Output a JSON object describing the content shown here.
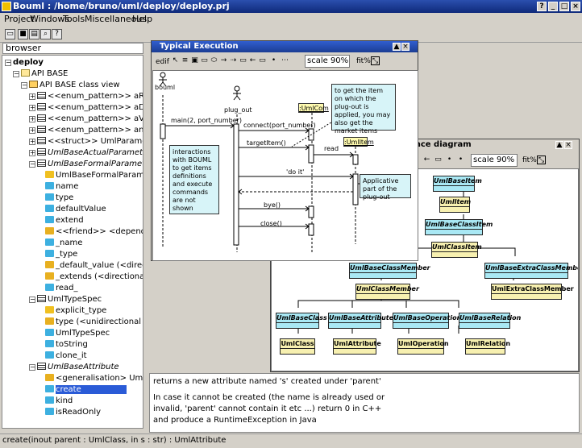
{
  "window": {
    "title": "Bouml : /home/bruno/uml/deploy/deploy.prj"
  },
  "menu": [
    "Project",
    "Windows",
    "Tools",
    "Miscellaneous",
    "Help"
  ],
  "browser": {
    "search_label": "browser",
    "tree": [
      {
        "label": "deploy",
        "bold": true
      },
      {
        "label": "API BASE"
      },
      {
        "label": "API BASE class view"
      },
      {
        "label": "<<enum_pattern>> aRelationK"
      },
      {
        "label": "<<enum_pattern>> aDirection"
      },
      {
        "label": "<<enum_pattern>> aVisibility"
      },
      {
        "label": "<<enum_pattern>> anItemKin"
      },
      {
        "label": "<<struct>> UmlParameter"
      },
      {
        "label": "UmlBaseActualParameter"
      },
      {
        "label": "UmlBaseFormalParameter"
      },
      {
        "label": "UmlBaseFormalParameter"
      },
      {
        "label": "name"
      },
      {
        "label": "type"
      },
      {
        "label": "defaultValue"
      },
      {
        "label": "extend"
      },
      {
        "label": "<<friend>> <dependency> U"
      },
      {
        "label": "_name"
      },
      {
        "label": "_type"
      },
      {
        "label": "_default_value (<directiona"
      },
      {
        "label": "_extends (<directional aggi"
      },
      {
        "label": "read_"
      },
      {
        "label": "UmlTypeSpec"
      },
      {
        "label": "explicit_type"
      },
      {
        "label": "type (<unidirectional assoc"
      },
      {
        "label": "UmlTypeSpec"
      },
      {
        "label": "toString"
      },
      {
        "label": "clone_it"
      },
      {
        "label": "UmlBaseAttribute"
      },
      {
        "label": "<generalisation> UmlClass"
      },
      {
        "label": "create"
      },
      {
        "label": "kind"
      },
      {
        "label": "isReadOnly"
      }
    ]
  },
  "sequence": {
    "title": "Typical Execution",
    "edit_label": "edif",
    "scale_label": "scale 90%",
    "fit_label": "fit%",
    "actors": [
      "bouml",
      "plug_out"
    ],
    "objects": [
      ":UmlCom",
      ":UmlItem"
    ],
    "messages": [
      "main(2, port_number)",
      "connect(port_number)",
      "targetItem()",
      "read",
      "'do it'",
      "bye()",
      "close()"
    ],
    "notes": [
      "to get the item on which the plug-out is applied, you may also get the market items",
      "interactions with BOUML to get items definitions and execute commands are not shown",
      "Applicative part of the plug-out"
    ]
  },
  "classdiag": {
    "title": "ance diagram",
    "scale_label": "scale 90%",
    "fit_label": "fit%",
    "classes": [
      "UmlBaseItem",
      "UmlItem",
      "UmlBaseClassItem",
      "UmlClassItem",
      "UmlBaseClassMember",
      "UmlBaseExtraClassMember",
      "UmlClassMember",
      "UmlExtraClassMember",
      "UmlBaseClass",
      "UmlBaseAttribute",
      "UmlBaseOperation",
      "UmlBaseRelation",
      "UmlClass",
      "UmlAttribute",
      "UmlOperation",
      "UmlRelation"
    ]
  },
  "comment": {
    "line1": "returns a new attribute named 's' created under 'parent'",
    "line2": "In case it cannot be created (the name is already used or",
    "line3": "invalid, 'parent' cannot contain it etc ...) return 0 in C++",
    "line4": "and produce a RuntimeException in Java"
  },
  "status": "create(inout parent : UmlClass, in s : str) : UmlAttribute"
}
